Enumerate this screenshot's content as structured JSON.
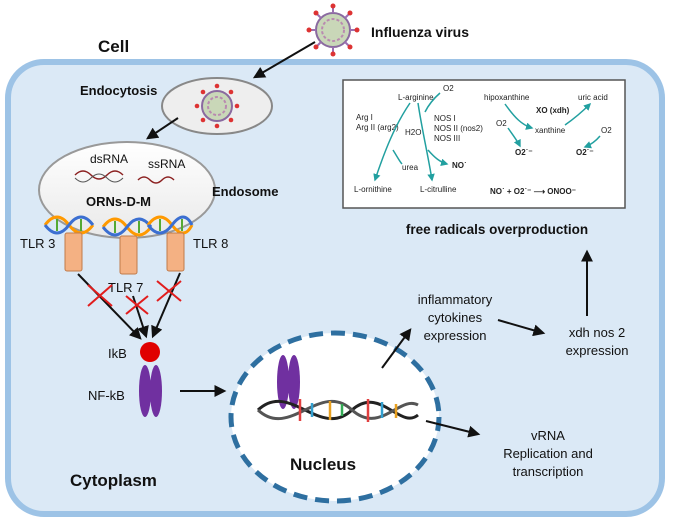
{
  "labels": {
    "cell": "Cell",
    "influenza_virus": "Influenza virus",
    "endocytosis": "Endocytosis",
    "endosome": "Endosome",
    "dsrna": "dsRNA",
    "ssrna": "ssRNA",
    "orns": "ORNs-D-M",
    "tlr3": "TLR 3",
    "tlr7": "TLR 7",
    "tlr8": "TLR 8",
    "ikb": "IkB",
    "nfkb": "NF-kB",
    "cytoplasm": "Cytoplasm",
    "nucleus": "Nucleus",
    "inflammatory_1": "inflammatory",
    "inflammatory_2": "cytokines",
    "inflammatory_3": "expression",
    "xdh_1": "xdh nos 2",
    "xdh_2": "expression",
    "vrna_1": "vRNA",
    "vrna_2": "Replication and",
    "vrna_3": "transcription",
    "free_radicals": "free radicals overproduction"
  },
  "inset": {
    "l_arginine": "L-arginine",
    "o2_top": "O2",
    "arg1": "Arg I",
    "arg2": "Arg II (arg2)",
    "h2o": "H2O",
    "nos1": "NOS I",
    "nos2": "NOS II (nos2)",
    "nos3": "NOS III",
    "urea": "urea",
    "no_dot": "NO˙",
    "l_ornithine": "L-ornithine",
    "l_citrulline": "L-citrulline",
    "hipoxanthine": "hipoxanthine",
    "xo": "XO (xdh)",
    "uric_acid": "uric acid",
    "o2_left": "O2",
    "xanthine": "xanthine",
    "o2_right": "O2",
    "superoxide_1": "O2˙⁻",
    "superoxide_2": "O2˙⁻",
    "equation": "NO˙ + O2˙⁻ ⟶ ONOO⁻"
  },
  "colors": {
    "cell_fill": "#dbe9f6",
    "cell_border": "#9dc3e6",
    "title_green": "#2f5f2f",
    "nucleus_brown": "#8b3a0e",
    "red_label": "#e11d1d",
    "receptor": "#f4b183",
    "nfkb_purple": "#7030a0",
    "ikb_red": "#e00000",
    "nucleus_dash": "#2e6fa0",
    "teal_arrow": "#22a0a0"
  }
}
